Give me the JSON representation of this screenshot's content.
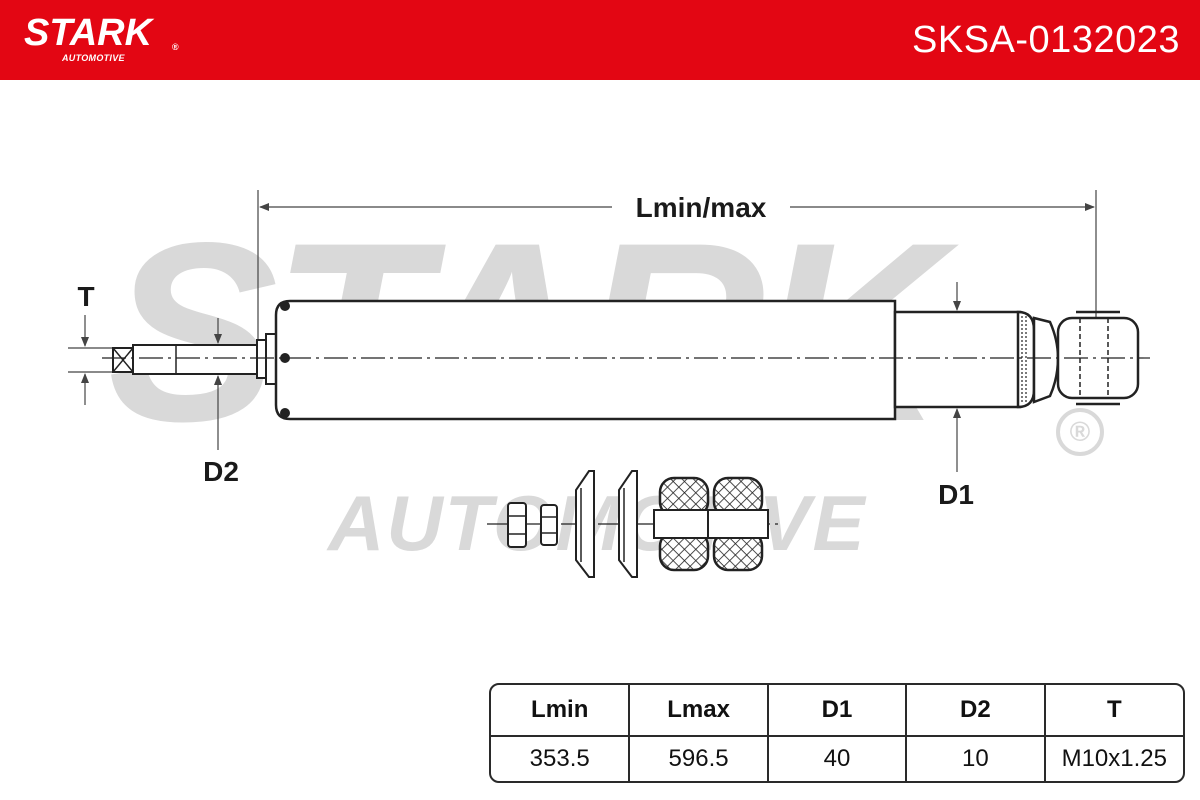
{
  "header": {
    "brand": "STARK",
    "brand_registered": "®",
    "brand_sub": "AUTOMOTIVE",
    "part_number": "SKSA-0132023",
    "background_color": "#e30613"
  },
  "watermark": {
    "main": "STARK",
    "sub": "AUTOMOTIVE",
    "registered": "®"
  },
  "drawing": {
    "length_label": "Lmin/max",
    "thread_label": "T",
    "d2_label": "D2",
    "d1_label": "D1"
  },
  "spec_table": {
    "headers": [
      "Lmin",
      "Lmax",
      "D1",
      "D2",
      "T"
    ],
    "values": [
      "353.5",
      "596.5",
      "40",
      "10",
      "M10x1.25"
    ]
  }
}
